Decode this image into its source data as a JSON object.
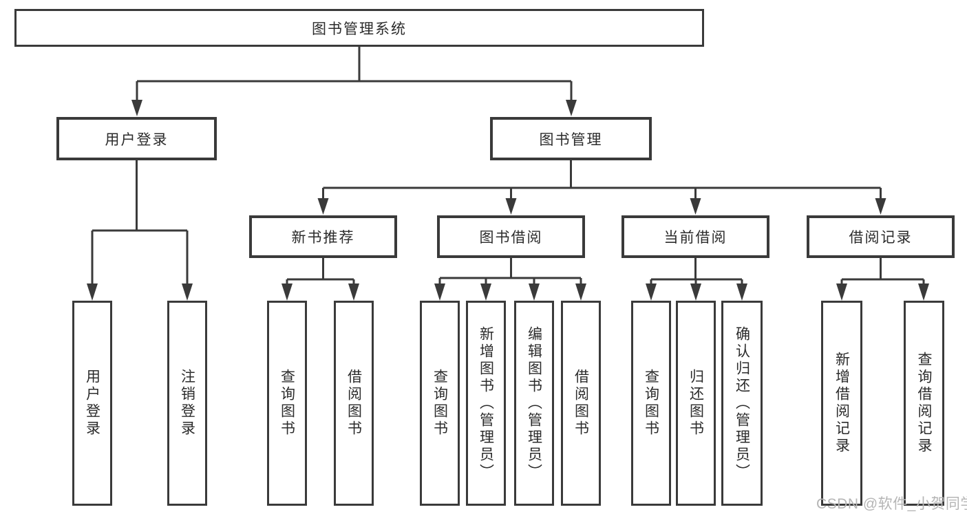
{
  "diagram": {
    "root": {
      "label": "图书管理系统"
    },
    "branches": [
      {
        "label": "用户登录",
        "children": [
          {
            "label": "用户登录"
          },
          {
            "label": "注销登录"
          }
        ]
      },
      {
        "label": "图书管理",
        "sections": [
          {
            "label": "新书推荐",
            "children": [
              {
                "label": "查询图书"
              },
              {
                "label": "借阅图书"
              }
            ]
          },
          {
            "label": "图书借阅",
            "children": [
              {
                "label": "查询图书"
              },
              {
                "label": "新增图书（管理员）"
              },
              {
                "label": "编辑图书（管理员）"
              },
              {
                "label": "借阅图书"
              }
            ]
          },
          {
            "label": "当前借阅",
            "children": [
              {
                "label": "查询图书"
              },
              {
                "label": "归还图书"
              },
              {
                "label": "确认归还（管理员）"
              }
            ]
          },
          {
            "label": "借阅记录",
            "children": [
              {
                "label": "新增借阅记录"
              },
              {
                "label": "查询借阅记录"
              }
            ]
          }
        ]
      }
    ]
  },
  "watermark": "CSDN @软件_小贺同学",
  "colors": {
    "line": "#3a3a3a",
    "text": "#2b2b2b",
    "bg": "#ffffff",
    "watermark": "#b5b5b5"
  }
}
